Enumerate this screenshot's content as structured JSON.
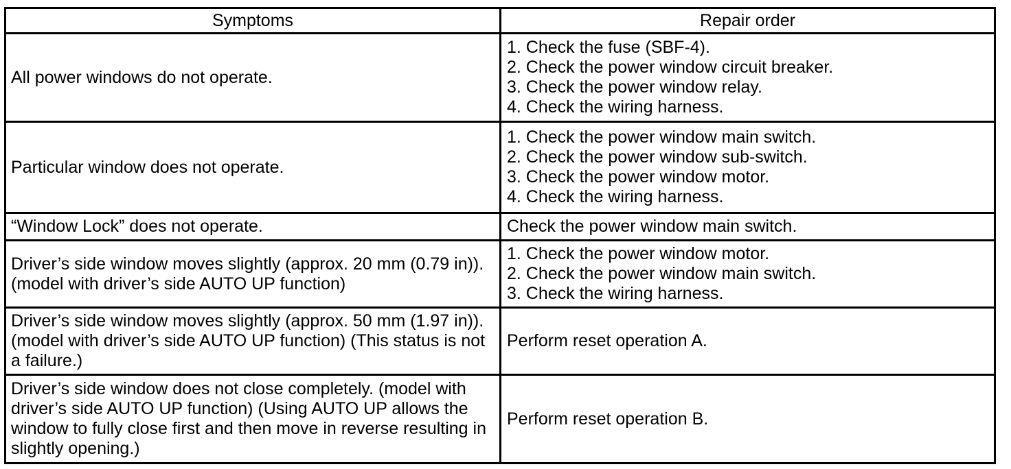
{
  "colors": {
    "background": "#ffffff",
    "border": "#000000",
    "text": "#000000"
  },
  "table": {
    "headers": {
      "symptoms": "Symptoms",
      "repair_order": "Repair order"
    },
    "rows": [
      {
        "symptom": "All power windows do not operate.",
        "repair": [
          "1. Check the fuse (SBF-4).",
          "2. Check the power window circuit breaker.",
          "3. Check the power window relay.",
          "4. Check the wiring harness."
        ]
      },
      {
        "symptom": "Particular window does not operate.",
        "repair": [
          "1. Check the power window main switch.",
          "2. Check the power window sub-switch.",
          "3. Check the power window motor.",
          "4. Check the wiring harness."
        ]
      },
      {
        "symptom": "“Window Lock” does not operate.",
        "repair": [
          "Check the power window main switch."
        ]
      },
      {
        "symptom": "Driver’s side window moves slightly (approx. 20 mm (0.79 in)). (model with driver’s side AUTO UP function)",
        "repair": [
          "1. Check the power window motor.",
          "2. Check the power window main switch.",
          "3. Check the wiring harness."
        ]
      },
      {
        "symptom": "Driver’s side window moves slightly (approx. 50 mm (1.97 in)). (model with driver’s side AUTO UP function) (This status is not a failure.)",
        "repair": [
          "Perform reset operation A."
        ]
      },
      {
        "symptom": "Driver’s side window does not close completely. (model with driver’s side AUTO UP function) (Using AUTO UP allows the window to fully close first and then move in reverse resulting in slightly opening.)",
        "repair": [
          "Perform reset operation B."
        ]
      }
    ]
  }
}
